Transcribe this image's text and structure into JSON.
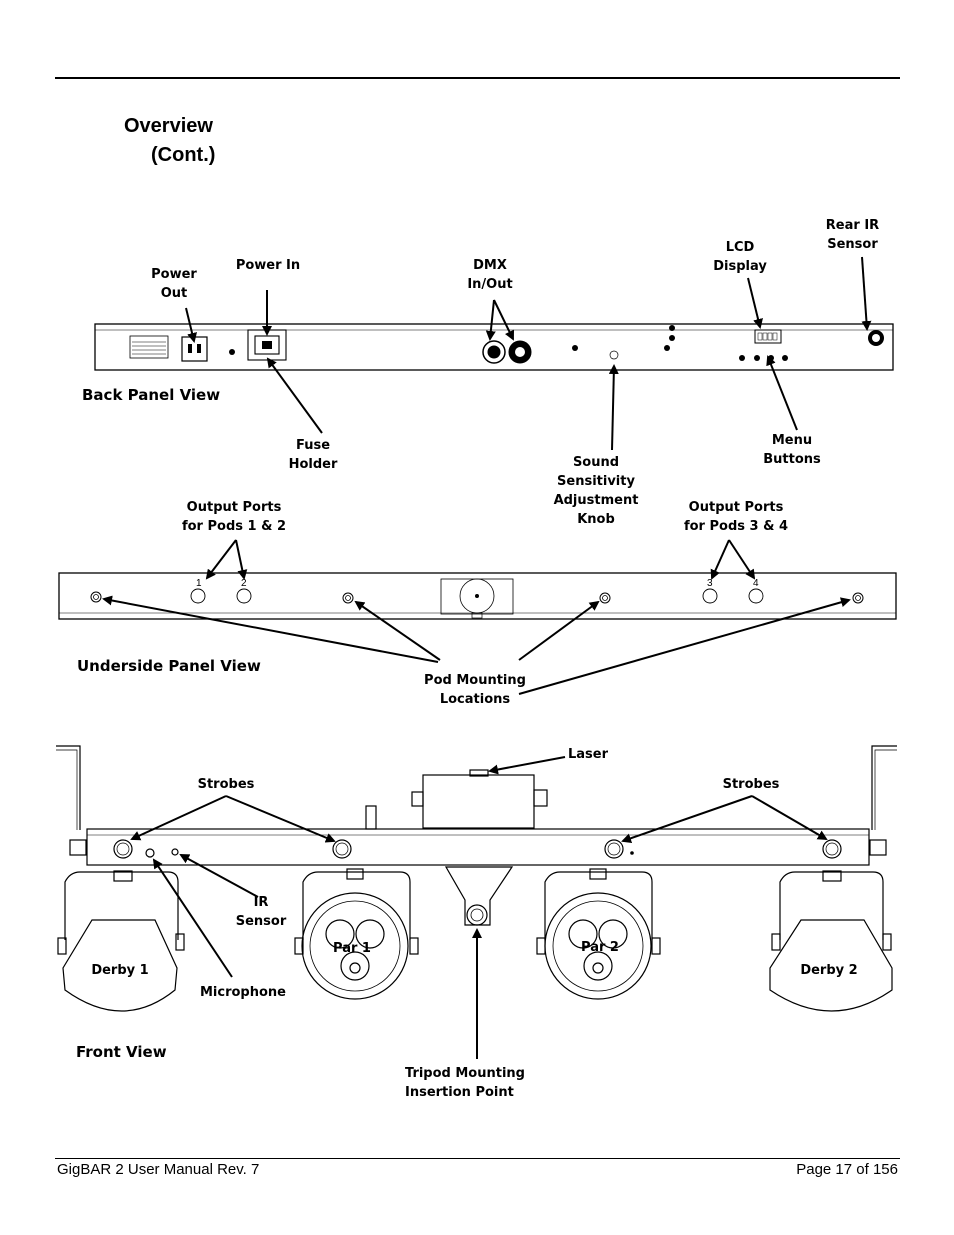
{
  "heading": {
    "line1": "Overview",
    "line2": "(Cont.)"
  },
  "back_panel": {
    "section_label": "Back Panel View",
    "labels": {
      "power_out": "Power\nOut",
      "power_in": "Power In",
      "dmx": "DMX\nIn/Out",
      "lcd": "LCD\nDisplay",
      "rear_ir": "Rear IR\nSensor",
      "fuse": "Fuse\nHolder",
      "sound": "Sound\nSensitivity\nAdjustment\nKnob",
      "menu": "Menu\nButtons"
    }
  },
  "underside_panel": {
    "section_label": "Underside Panel View",
    "labels": {
      "ports_12": "Output Ports\nfor Pods 1 & 2",
      "ports_34": "Output Ports\nfor Pods 3 & 4",
      "mounting": "Pod Mounting\nLocations"
    },
    "port_numbers": [
      "1",
      "2",
      "3",
      "4"
    ]
  },
  "front_view": {
    "section_label": "Front View",
    "labels": {
      "laser": "Laser",
      "strobes_left": "Strobes",
      "strobes_right": "Strobes",
      "ir_sensor": "IR\nSensor",
      "microphone": "Microphone",
      "tripod": "Tripod  Mounting\nInsertion Point"
    },
    "pods": [
      "Derby 1",
      "Par 1",
      "Par 2",
      "Derby 2"
    ]
  },
  "footer": {
    "left": "GigBAR 2 User Manual Rev. 7",
    "right": "Page 17 of 156"
  }
}
